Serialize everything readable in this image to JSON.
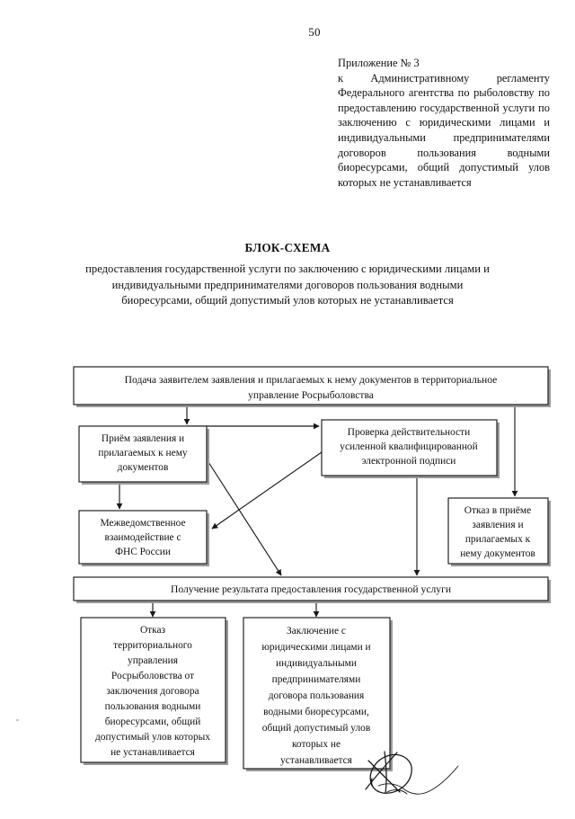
{
  "document": {
    "page_number": "50",
    "language": "ru"
  },
  "appendix": {
    "line1": "Приложение № 3",
    "body": "к Административному регламенту Федерального агентства по рыболовству по предоставлению государственной услуги по заключению с юридическими лицами и индивидуальными предпринимателями договоров пользования водными биоресурсами, общий допустимый улов которых не устанавливается"
  },
  "title": {
    "heading": "БЛОК-СХЕМА",
    "subtitle": "предоставления государственной услуги по заключению с юридическими лицами и индивидуальными предпринимателями договоров пользования водными биоресурсами, общий допустимый улов которых не устанавливается"
  },
  "flowchart": {
    "nodes": [
      {
        "id": "submission",
        "name": "Подача заявителем заявления и прилагаемых к нему документов в территориальное управление Росрыболовства",
        "lines": [
          "Подача заявителем заявления и прилагаемых к нему документов в территориальное",
          "управление Росрыболовства"
        ]
      },
      {
        "id": "acceptance",
        "name": "Приём заявления и прилагаемых к нему документов",
        "lines": [
          "Приём заявления и",
          "прилагаемых к нему",
          "документов"
        ]
      },
      {
        "id": "signature-check",
        "name": "Проверка действительности усиленной квалифицированной электронной подписи",
        "lines": [
          "Проверка действительности",
          "усиленной квалифицированной",
          "электронной подписи"
        ]
      },
      {
        "id": "interagency",
        "name": "Межведомственное взаимодействие с ФНС России",
        "lines": [
          "Межведомственное",
          "взаимодействие с",
          "ФНС России"
        ]
      },
      {
        "id": "refusal-acceptance",
        "name": "Отказ в приёме заявления и прилагаемых к нему документов",
        "lines": [
          "Отказ в приёме",
          "заявления и",
          "прилагаемых к",
          "нему документов"
        ]
      },
      {
        "id": "result",
        "name": "Получение результата предоставления государственной услуги",
        "lines": [
          "Получение результата предоставления государственной услуги"
        ]
      },
      {
        "id": "refusal-contract",
        "name": "Отказ территориального управления Росрыболовства от заключения договора пользования водными биоресурсами, общий допустимый улов которых не устанавливается",
        "lines": [
          "Отказ",
          "территориального",
          "управления",
          "Росрыболовства от",
          "заключения договора",
          "пользования водными",
          "биоресурсами, общий",
          "допустимый улов которых",
          "не устанавливается"
        ]
      },
      {
        "id": "contract",
        "name": "Заключение с юридическими лицами и индивидуальными предпринимателями договора пользования водными биоресурсами, общий допустимый улов которых не устанавливается",
        "lines": [
          "Заключение с",
          "юридическими лицами и",
          "индивидуальными",
          "предпринимателями",
          "договора пользования",
          "водными биоресурсами,",
          "общий допустимый улов",
          "которых не",
          "устанавливается"
        ]
      }
    ],
    "colors": {
      "line": "#1a1a1a",
      "box_fill": "#ffffff",
      "shadow": "#9a9a9a"
    }
  },
  "signature": {
    "present": true,
    "label": "handwritten-signature"
  }
}
